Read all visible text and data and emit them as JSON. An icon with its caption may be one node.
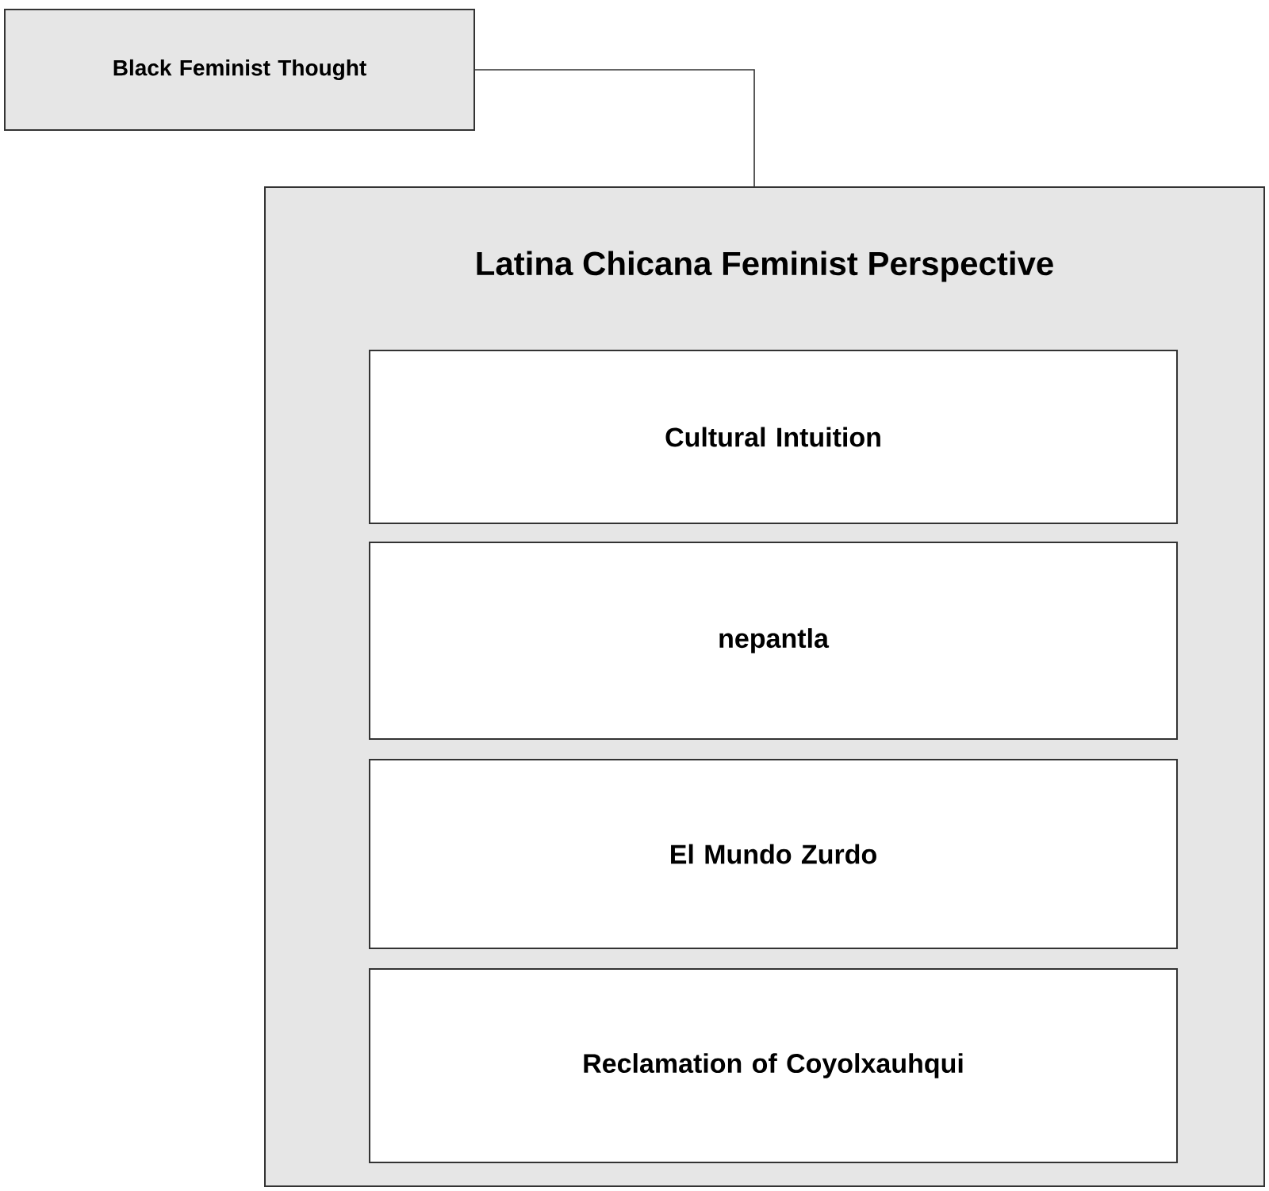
{
  "diagram": {
    "nodes": [
      {
        "text": [
          "Black Feminist Thought"
        ]
      },
      {
        "text": [
          "Latina Chicana Feminist Perspective"
        ]
      },
      {
        "text": [
          "Cultural Intuition"
        ],
        "in": 1
      },
      {
        "text": [
          "nepantla"
        ],
        "in": 1
      },
      {
        "text": [
          "El Mundo Zurdo"
        ],
        "in": 1
      },
      {
        "text": [
          "Reclamation of Coyolxauhqui"
        ],
        "in": 1
      }
    ],
    "edges": [
      {
        "from": 0,
        "to": 1,
        "arrow": "none"
      }
    ]
  }
}
